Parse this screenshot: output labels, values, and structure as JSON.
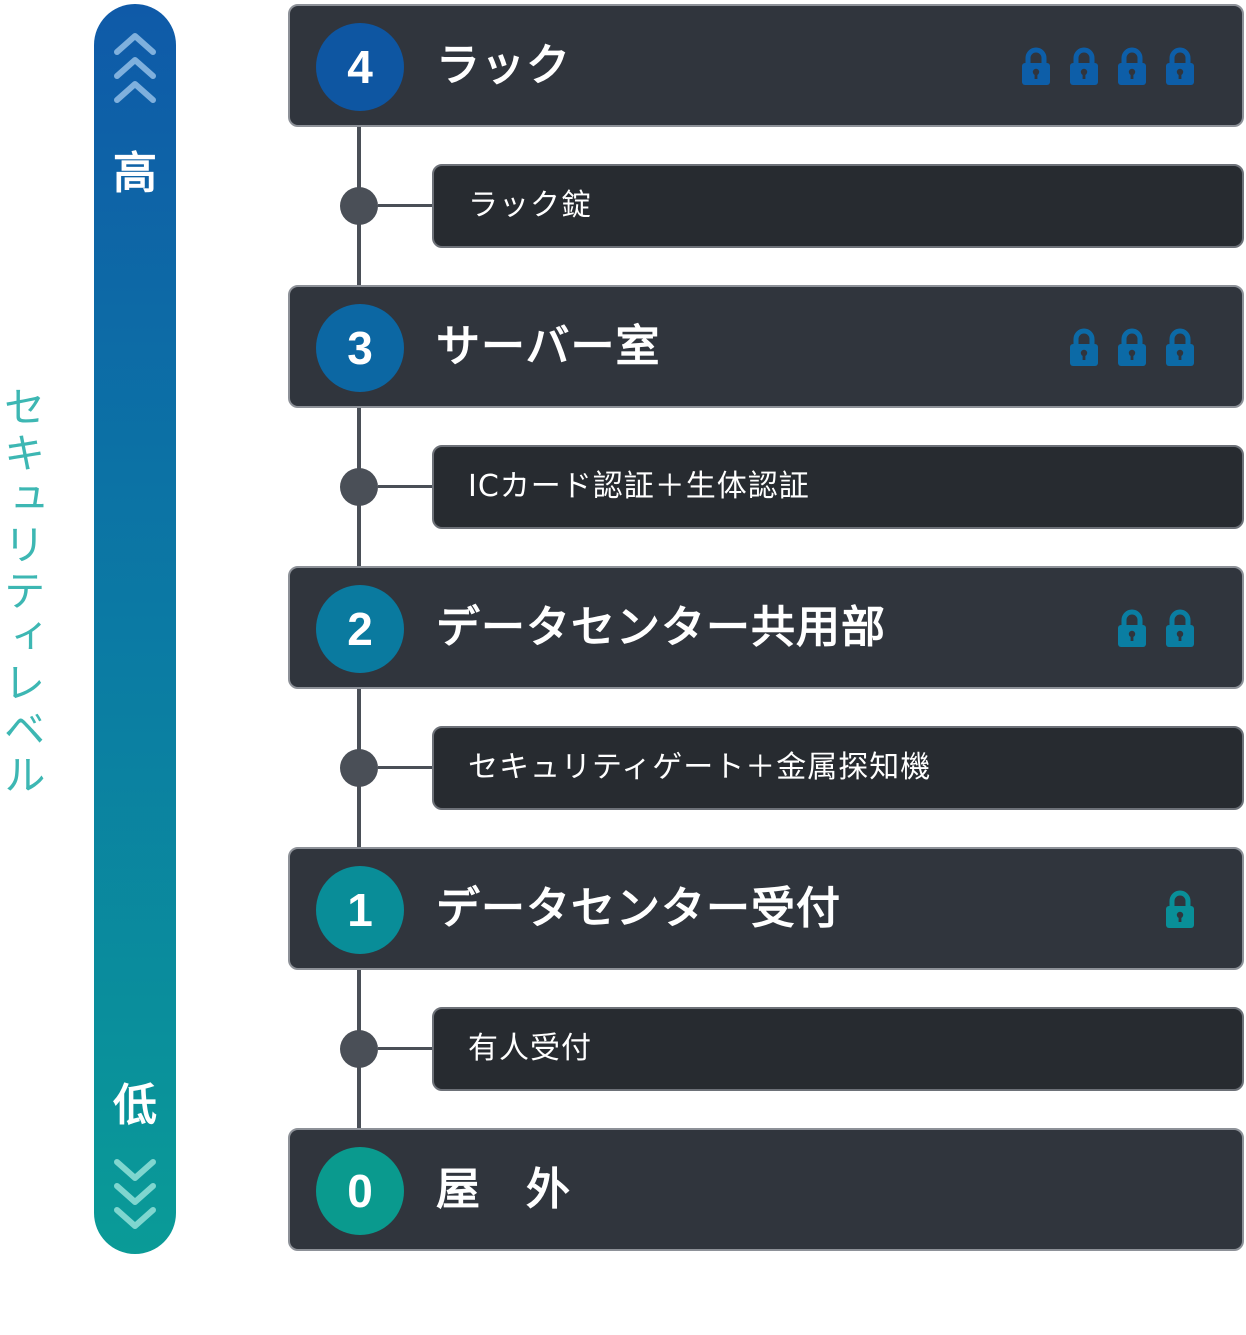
{
  "side_label": "セキュリティレベル",
  "scale": {
    "high_label": "高",
    "low_label": "低",
    "top_chevron_icon": "chevron-up-icon",
    "bottom_chevron_icon": "chevron-down-icon"
  },
  "colors": {
    "level4": "#0e56a2",
    "level3": "#0c67a3",
    "level2": "#0a7a9f",
    "level1": "#098d98",
    "level0": "#0a9a8e",
    "panel": "#30353d",
    "subpanel": "#272b30",
    "accent": "#3db7b3"
  },
  "levels": [
    {
      "number": "4",
      "title": "ラック",
      "locks": 4,
      "lock_color": "#0d5ea8"
    },
    {
      "number": "3",
      "title": "サーバー室",
      "locks": 3,
      "lock_color": "#0c6aa6"
    },
    {
      "number": "2",
      "title": "データセンター共用部",
      "locks": 2,
      "lock_color": "#0a7ea2"
    },
    {
      "number": "1",
      "title": "データセンター受付",
      "locks": 1,
      "lock_color": "#098f98"
    },
    {
      "number": "0",
      "title": "屋　外",
      "locks": 0,
      "lock_color": "#0a9a8e"
    }
  ],
  "measures": [
    {
      "label": "ラック錠"
    },
    {
      "label": "ICカード認証＋生体認証"
    },
    {
      "label": "セキュリティゲート＋金属探知機"
    },
    {
      "label": "有人受付"
    }
  ],
  "lock_icon": "lock-icon"
}
